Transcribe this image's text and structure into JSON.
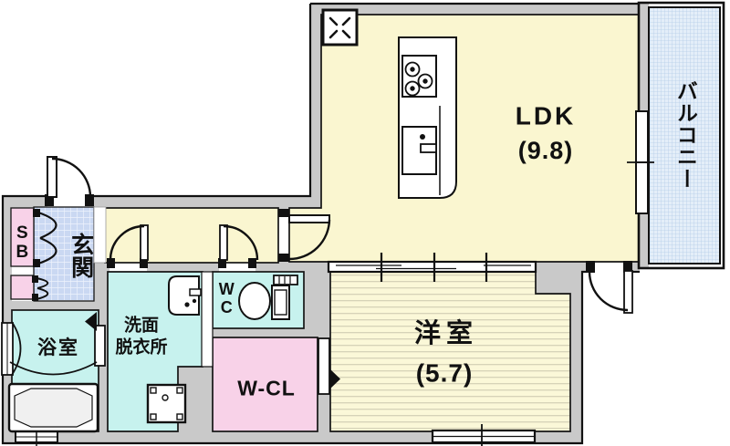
{
  "floorplan": {
    "title": "apartment-floorplan-1ldk",
    "rooms": {
      "ldk": {
        "label": "LDK",
        "area": "(9.8)"
      },
      "balcony": {
        "label": "バルコニー"
      },
      "western": {
        "label": "洋室",
        "area": "(5.7)"
      },
      "entrance": {
        "label": "玄関"
      },
      "shoebox": {
        "label": "SB"
      },
      "bathroom": {
        "label": "浴室"
      },
      "washroom": {
        "label": "洗面\n脱衣所"
      },
      "wc": {
        "label": "WC"
      },
      "closet": {
        "label": "W-CL"
      }
    },
    "fixtures": [
      "range-fan-icon",
      "gas-stove-icon",
      "kitchen-sink-icon",
      "kitchen-counter",
      "toilet-icon",
      "washbasin-icon",
      "washing-machine-pan-icon",
      "bathtub-icon"
    ],
    "colors": {
      "room_yellow": "#faf6d0",
      "western_floor": "#fbf8d8",
      "wet_area_cyan": "#c7f2ee",
      "storage_pink": "#f8d2e8",
      "balcony_blue": "#e4eef9",
      "balcony_mesh_line": "#b5cde8",
      "entrance_tile_blue": "#cad8f2",
      "wall_gray": "#c9c9c9",
      "outline_black": "#111111"
    }
  }
}
